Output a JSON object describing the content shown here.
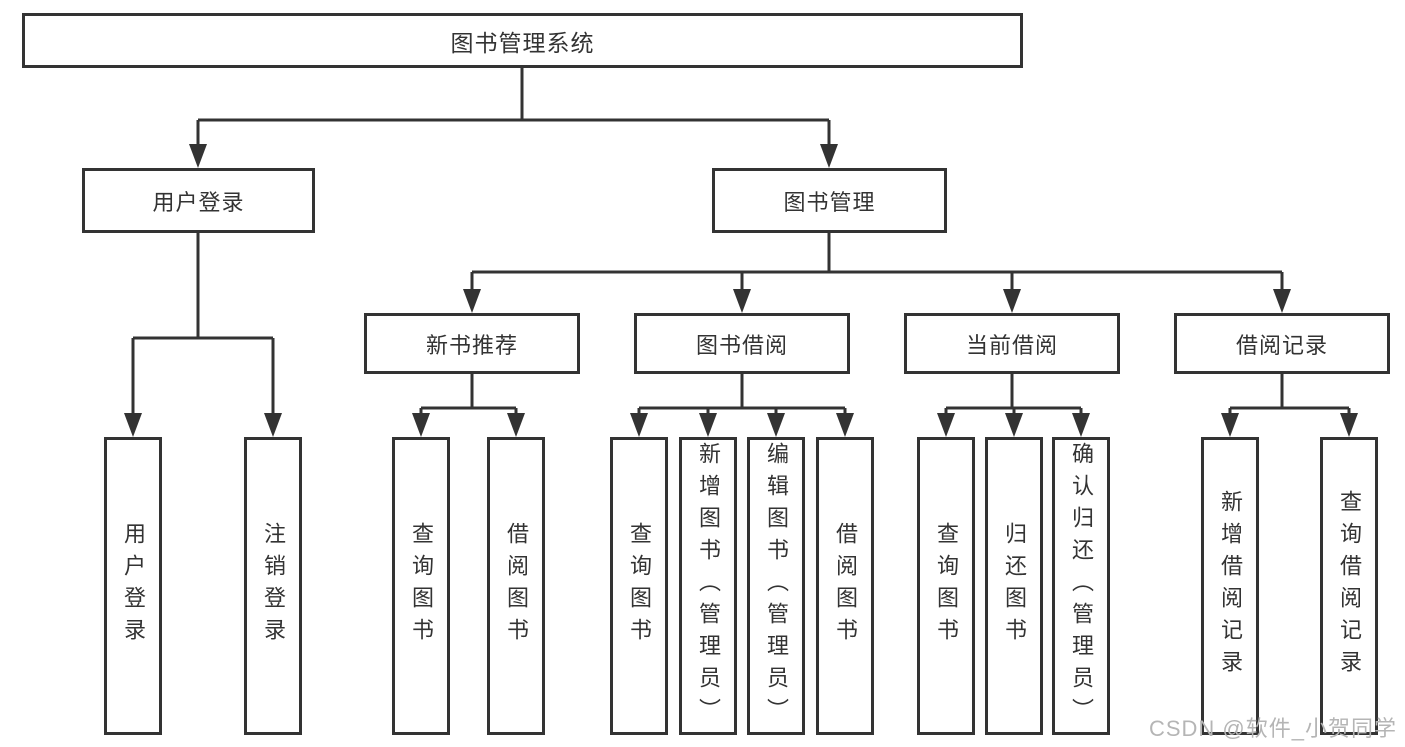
{
  "diagram": {
    "label": "图书管理系统",
    "children": [
      {
        "label": "用户登录",
        "children": [
          {
            "label": "用户登录"
          },
          {
            "label": "注销登录"
          }
        ]
      },
      {
        "label": "图书管理",
        "children": [
          {
            "label": "新书推荐",
            "children": [
              {
                "label": "查询图书"
              },
              {
                "label": "借阅图书"
              }
            ]
          },
          {
            "label": "图书借阅",
            "children": [
              {
                "label": "查询图书"
              },
              {
                "label": "新增图书（管理员）"
              },
              {
                "label": "编辑图书（管理员）"
              },
              {
                "label": "借阅图书"
              }
            ]
          },
          {
            "label": "当前借阅",
            "children": [
              {
                "label": "查询图书"
              },
              {
                "label": "归还图书"
              },
              {
                "label": "确认归还（管理员）"
              }
            ]
          },
          {
            "label": "借阅记录",
            "children": [
              {
                "label": "新增借阅记录"
              },
              {
                "label": "查询借阅记录"
              }
            ]
          }
        ]
      }
    ]
  },
  "watermark": {
    "text": "CSDN @软件_小贺同学"
  },
  "colors": {
    "line": "#333333",
    "text": "#333333",
    "box_background": "#ffffff",
    "page_background": "#ffffff",
    "watermark": "#b5b5b5"
  }
}
